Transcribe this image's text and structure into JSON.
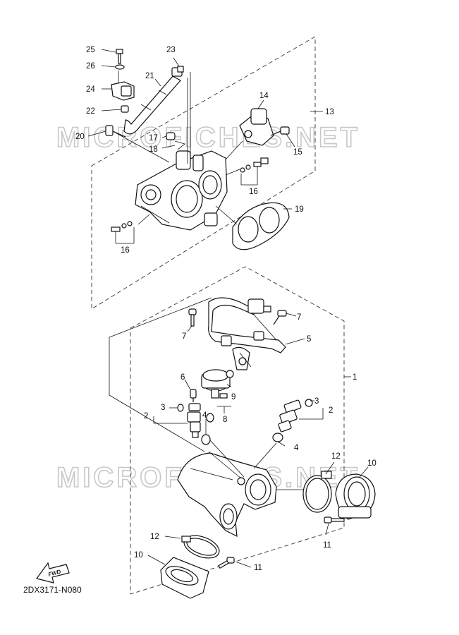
{
  "watermark": "MICROFICHES.NET",
  "diagram_code": "2DX3171-N080",
  "fwd_label": "FWD",
  "callouts": [
    "1",
    "2",
    "3",
    "4",
    "5",
    "6",
    "7",
    "8",
    "9",
    "10",
    "11",
    "12",
    "13",
    "14",
    "15",
    "16",
    "17",
    "18",
    "19",
    "20",
    "21",
    "22",
    "23",
    "24",
    "25",
    "26"
  ]
}
